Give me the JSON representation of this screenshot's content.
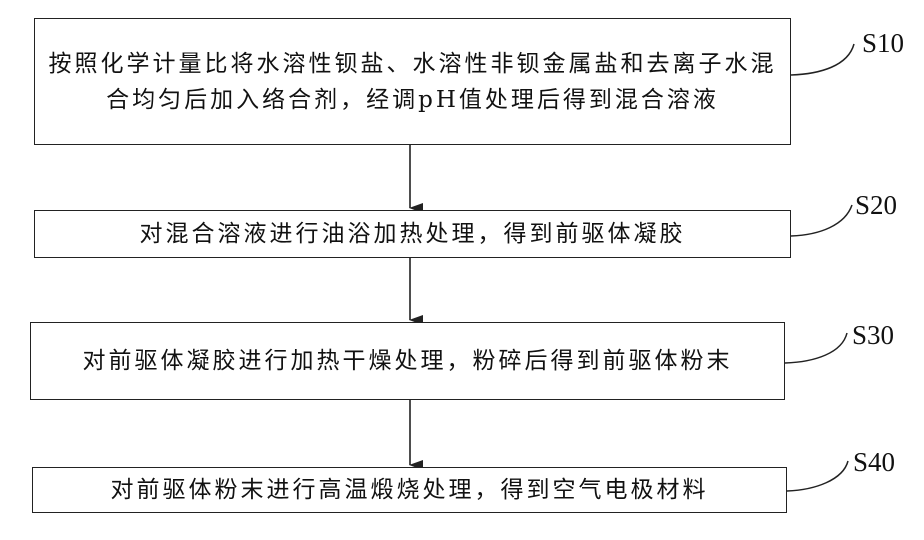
{
  "diagram": {
    "type": "flowchart",
    "steps": [
      {
        "id": "S10",
        "text": "按照化学计量比将水溶性钡盐、水溶性非钡金属盐和去离子水混合均匀后加入络合剂，经调pH值处理后得到混合溶液"
      },
      {
        "id": "S20",
        "text": "对混合溶液进行油浴加热处理，得到前驱体凝胶"
      },
      {
        "id": "S30",
        "text": "对前驱体凝胶进行加热干燥处理，粉碎后得到前驱体粉末"
      },
      {
        "id": "S40",
        "text": "对前驱体粉末进行高温煅烧处理，得到空气电极材料"
      }
    ],
    "colors": {
      "line": "#222222",
      "background": "#ffffff"
    }
  }
}
